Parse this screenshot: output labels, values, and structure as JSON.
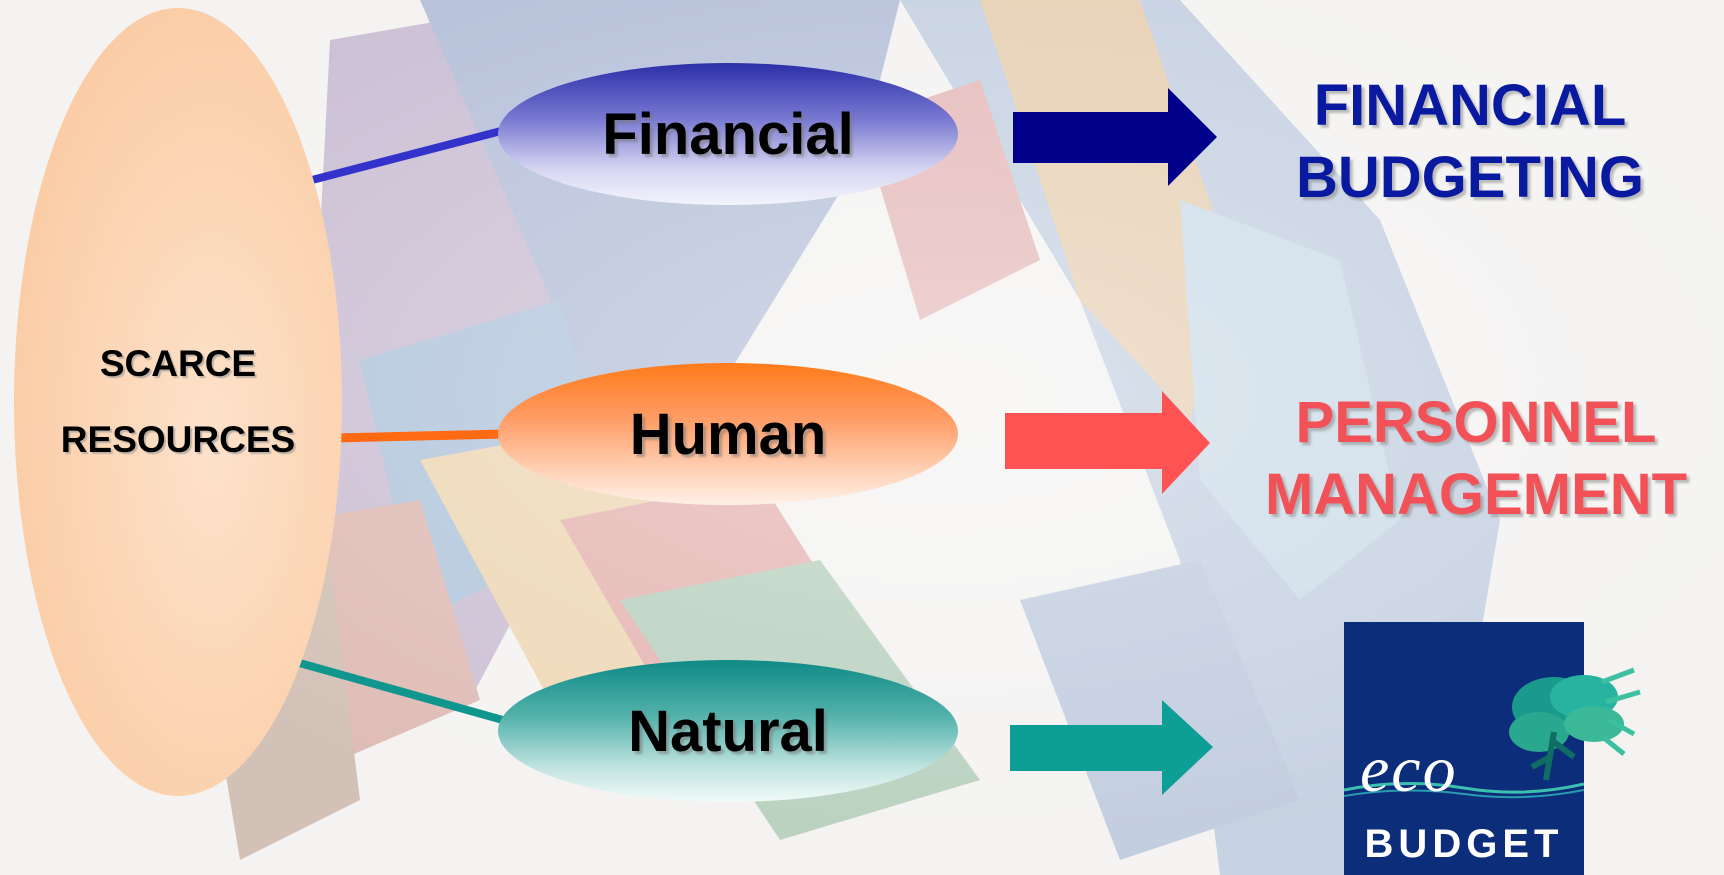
{
  "source": {
    "label_lines": [
      "SCARCE",
      "RESOURCES"
    ]
  },
  "resources": [
    {
      "label": "Financial",
      "color": "#3333cc"
    },
    {
      "label": "Human",
      "color": "#ff6a13"
    },
    {
      "label": "Natural",
      "color": "#11958f"
    }
  ],
  "outcomes": {
    "financial": {
      "lines": [
        "FINANCIAL",
        "BUDGETING"
      ],
      "color": "#0a1aa0"
    },
    "human": {
      "lines": [
        "PERSONNEL",
        "MANAGEMENT"
      ],
      "color": "#f25257"
    },
    "natural": {
      "logo_icon": "ecobudget-logo-icon",
      "logo_text": "eco",
      "logo_subtext": "BUDGET"
    }
  },
  "arrow_colors": {
    "financial": "#00008b",
    "human": "#ff5252",
    "natural": "#0d9e96"
  }
}
